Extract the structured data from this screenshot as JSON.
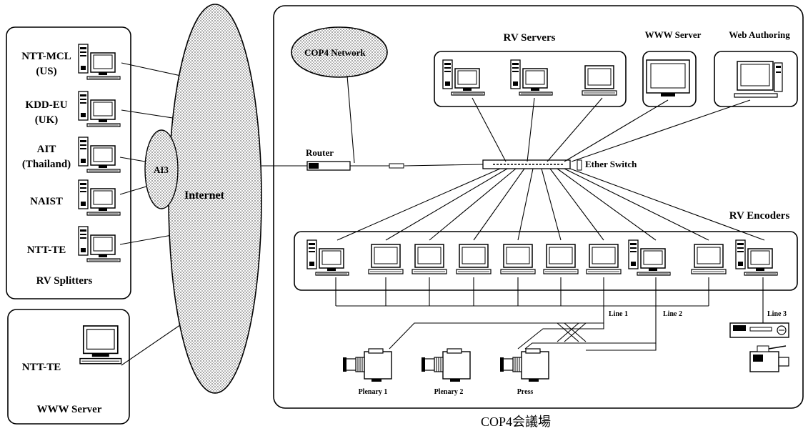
{
  "splitters": {
    "sites": [
      {
        "line1": "NTT-MCL",
        "line2": "(US)"
      },
      {
        "line1": "KDD-EU",
        "line2": "(UK)"
      },
      {
        "line1": "AIT",
        "line2": "(Thailand)"
      },
      {
        "line1": "NAIST",
        "line2": ""
      },
      {
        "line1": "NTT-TE",
        "line2": ""
      }
    ],
    "caption": "RV Splitters"
  },
  "www_left": {
    "name": "NTT-TE",
    "caption": "WWW Server"
  },
  "clouds": {
    "ai3": "AI3",
    "internet": "Internet",
    "cop4": "COP4 Network"
  },
  "venue": {
    "router": "Router",
    "ether_switch": "Ether Switch",
    "rv_servers": "RV Servers",
    "www_server": "WWW Server",
    "web_authoring": "Web Authoring",
    "rv_encoders": "RV Encoders",
    "lines": [
      "Line 1",
      "Line 2",
      "Line 3"
    ],
    "cameras": [
      "Plenary 1",
      "Plenary 2",
      "Press"
    ]
  },
  "footer": "COP4会議場"
}
